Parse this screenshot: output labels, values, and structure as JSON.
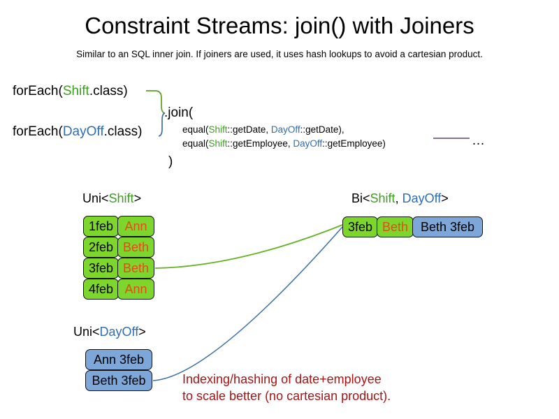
{
  "header": {
    "title": "Constraint Streams: join() with Joiners",
    "subtitle": "Similar to an SQL inner join. If joiners are used, it uses hash lookups to avoid a cartesian product."
  },
  "code": {
    "foreach_shift_prefix": "forEach(",
    "foreach_shift_type": "Shift",
    "foreach_shift_suffix": ".class)",
    "foreach_dayoff_prefix": "forEach(",
    "foreach_dayoff_type": "DayOff",
    "foreach_dayoff_suffix": ".class)",
    "join_open": ".join(",
    "join_close": ")",
    "equal_1": {
      "prefix": "equal(",
      "left_type": "Shift",
      "left_method": "::getDate, ",
      "right_type": "DayOff",
      "right_method": "::getDate),"
    },
    "equal_2": {
      "prefix": "equal(",
      "left_type": "Shift",
      "left_method": "::getEmployee, ",
      "right_type": "DayOff",
      "right_method": "::getEmployee)"
    },
    "ellipsis": "…"
  },
  "streams": {
    "uni_shift": {
      "label_prefix": "Uni<",
      "label_type": "Shift",
      "label_suffix": ">",
      "rows": [
        {
          "date": "1feb",
          "employee": "Ann"
        },
        {
          "date": "2feb",
          "employee": "Beth"
        },
        {
          "date": "3feb",
          "employee": "Beth"
        },
        {
          "date": "4feb",
          "employee": "Ann"
        }
      ]
    },
    "uni_dayoff": {
      "label_prefix": "Uni<",
      "label_type": "DayOff",
      "label_suffix": ">",
      "rows": [
        {
          "text": "Ann 3feb"
        },
        {
          "text": "Beth 3feb"
        }
      ]
    },
    "bi": {
      "label_prefix": "Bi<",
      "label_type_a": "Shift",
      "label_separator": ", ",
      "label_type_b": "DayOff",
      "label_suffix": ">",
      "shift_date": "3feb",
      "shift_employee": "Beth",
      "dayoff": "Beth 3feb"
    }
  },
  "annotation": {
    "line1": "Indexing/hashing of date+employee",
    "line2": "to scale better (no cartesian product)."
  },
  "colors": {
    "shift_green": "#3c9e1e",
    "dayoff_blue": "#2e6db4",
    "box_green": "#7dd62b",
    "box_blue": "#7da7d9",
    "employee_orange": "#e8481c",
    "annotation_red": "#a81414",
    "rule_purple": "#8c6f95"
  }
}
